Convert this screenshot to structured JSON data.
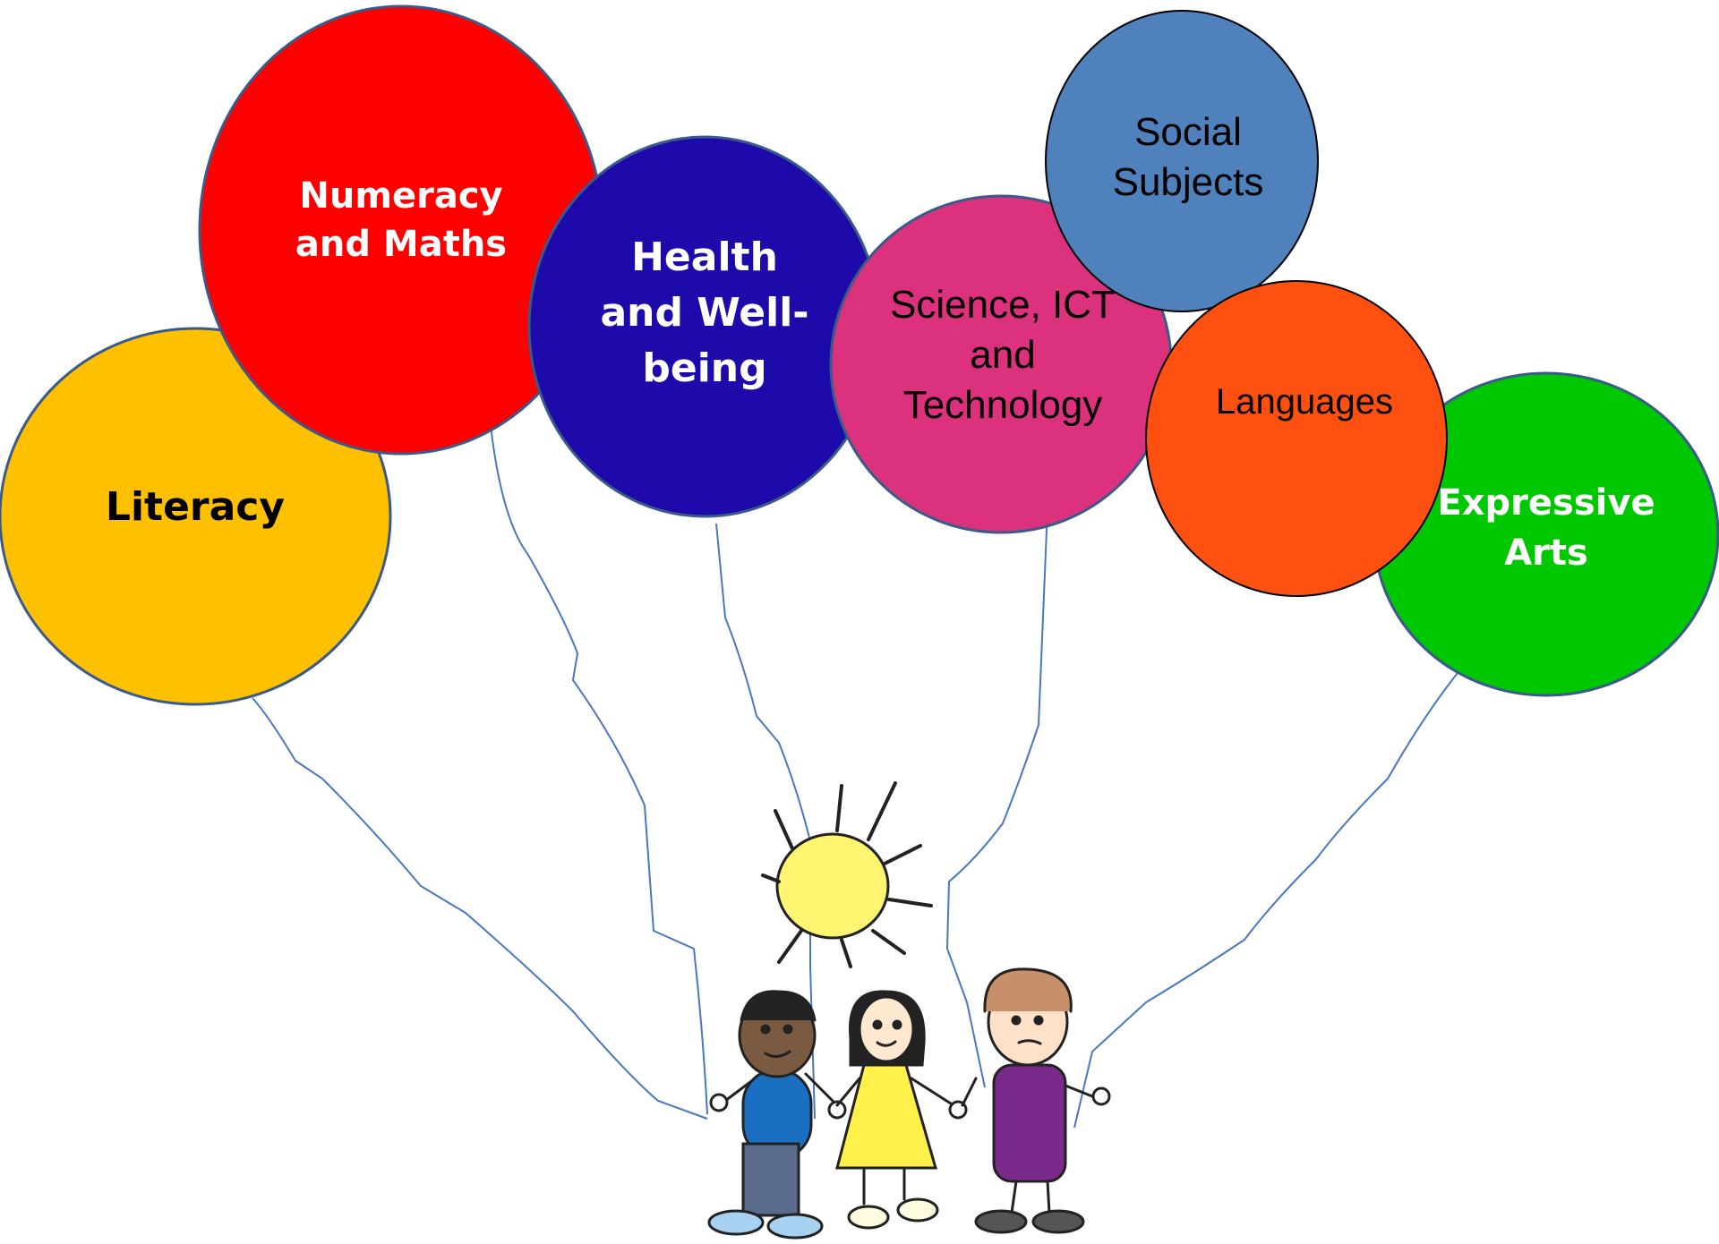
{
  "balloons": [
    {
      "key": "literacy",
      "lines": [
        "Literacy"
      ],
      "fill": "#ffc000",
      "text_color": "#000000",
      "bold": true
    },
    {
      "key": "numeracy",
      "lines": [
        "Numeracy",
        "and Maths"
      ],
      "fill": "#ff0000",
      "text_color": "#ffffff",
      "bold": true
    },
    {
      "key": "health",
      "lines": [
        "Health",
        "and Well-",
        "being"
      ],
      "fill": "#1e0aaa",
      "text_color": "#ffffff",
      "bold": true
    },
    {
      "key": "science",
      "lines": [
        "Science, ICT",
        "and",
        "Technology"
      ],
      "fill": "#dc327d",
      "text_color": "#000000",
      "bold": false
    },
    {
      "key": "social",
      "lines": [
        "Social",
        "Subjects"
      ],
      "fill": "#4f81bd",
      "text_color": "#000000",
      "bold": false
    },
    {
      "key": "languages",
      "lines": [
        "Languages"
      ],
      "fill": "#fe5010",
      "text_color": "#000000",
      "bold": false
    },
    {
      "key": "expressive",
      "lines": [
        "Expressive",
        "Arts"
      ],
      "fill": "#00c800",
      "text_color": "#ffffff",
      "bold": true
    }
  ],
  "colors": {
    "string": "#4a77c0",
    "sun": "#fff570",
    "child_left_shirt": "#1a6fc0",
    "child_middle_dress": "#fff04a",
    "child_right_dress": "#7a2a8a"
  },
  "icons": [
    "sun-icon",
    "children-holding-hands-icon"
  ]
}
